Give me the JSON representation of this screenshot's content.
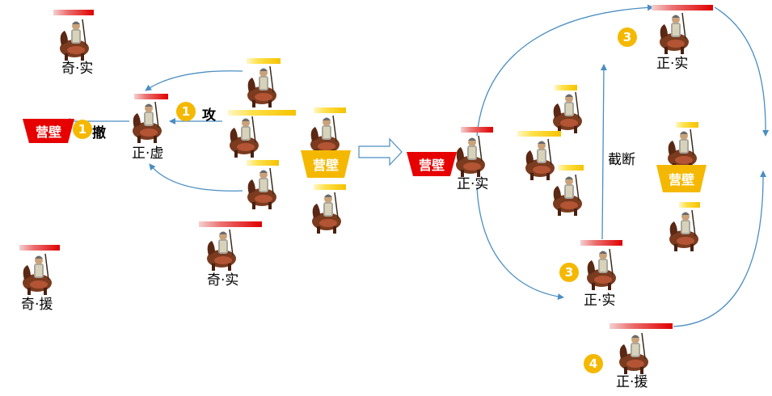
{
  "colors": {
    "red": "#e60000",
    "gold": "#f5b800",
    "arrow": "#4a8ec2"
  },
  "left": {
    "camp": "营壁",
    "camp_center": "营壁",
    "step1_retreat": {
      "number": "1",
      "text": "撤"
    },
    "step1_attack": {
      "number": "1",
      "text": "攻"
    },
    "unit_labels": {
      "qi_shi_top": "奇·实",
      "zheng_xu": "正·虚",
      "qi_shi_bottom": "奇·实",
      "qi_yuan": "奇·援"
    }
  },
  "right": {
    "camp": "营壁",
    "camp_center": "营壁",
    "intercept": "截断",
    "step3_top": {
      "number": "3",
      "label": "正·实"
    },
    "step3_bottom": {
      "number": "3",
      "label": "正·实"
    },
    "step4": {
      "number": "4",
      "label": "正·援"
    },
    "zheng_shi_left": "正·实"
  },
  "icons": {
    "unit": "horseman-icon",
    "transition": "hollow-right-arrow-icon"
  }
}
